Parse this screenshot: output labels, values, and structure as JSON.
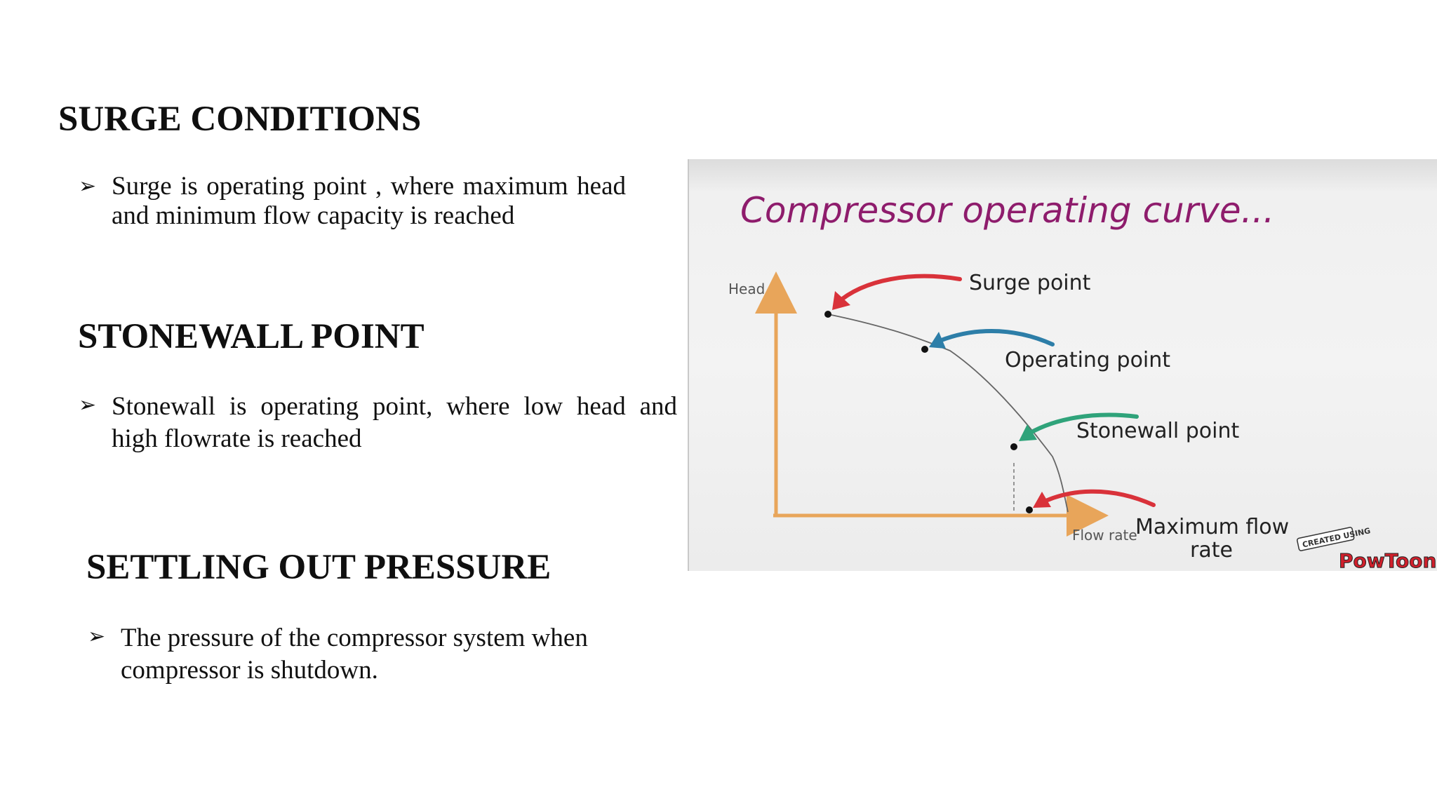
{
  "sections": [
    {
      "heading": "SURGE CONDITIONS",
      "bullet": "Surge is operating point , where maximum head and minimum flow capacity is reached"
    },
    {
      "heading": "STONEWALL POINT",
      "bullet": "Stonewall is operating point, where low head and high flowrate is reached"
    },
    {
      "heading": "SETTLING OUT PRESSURE",
      "bullet": "The pressure of the compressor system when compressor is shutdown."
    }
  ],
  "bullet_marker": "➢",
  "figure": {
    "title": "Compressor operating curve...",
    "y_axis_label": "Head",
    "x_axis_label": "Flow rate",
    "points": {
      "surge": "Surge point",
      "operating": "Operating point",
      "stonewall": "Stonewall point",
      "max_flow_line1": "Maximum flow",
      "max_flow_line2": "rate"
    },
    "watermark_top": "CREATED USING",
    "watermark_brand": "PowToon",
    "colors": {
      "title": "#8e1c6c",
      "axis": "#e8a55a",
      "surge_arrow": "#d9323a",
      "operating_arrow": "#2d7ea8",
      "stonewall_arrow": "#2fa37a",
      "maxflow_arrow": "#d9323a"
    }
  }
}
